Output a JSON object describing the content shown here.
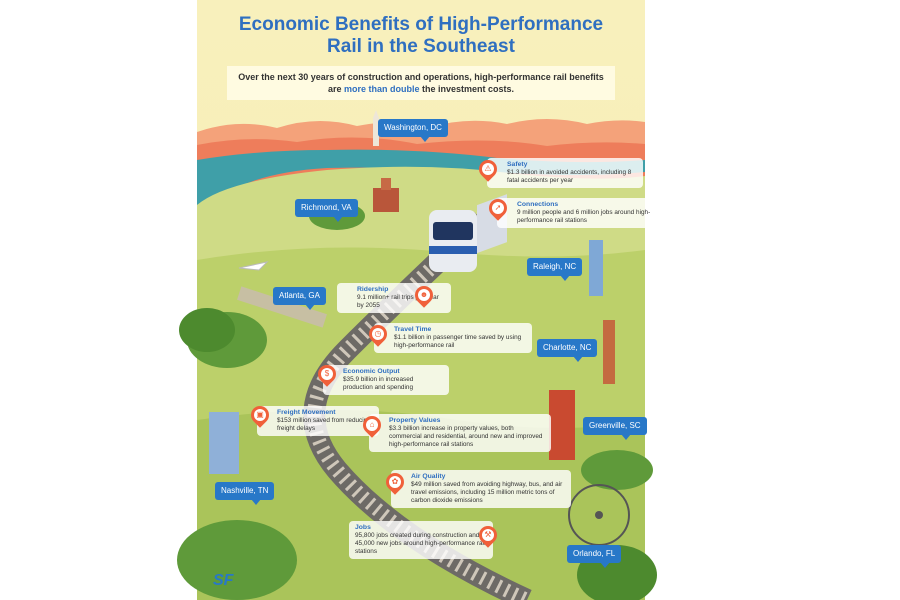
{
  "title_line1": "Economic Benefits of High-Performance",
  "title_line2": "Rail in the Southeast",
  "subtitle_part1": "Over the next 30 years of construction and operations, high-performance rail benefits are ",
  "subtitle_highlight": "more than double",
  "subtitle_part2": " the investment costs.",
  "cities": {
    "washington": "Washington, DC",
    "richmond": "Richmond, VA",
    "raleigh": "Raleigh, NC",
    "atlanta": "Atlanta, GA",
    "charlotte": "Charlotte, NC",
    "greenville": "Greenville, SC",
    "nashville": "Nashville, TN",
    "orlando": "Orlando, FL"
  },
  "benefits": {
    "safety": {
      "title": "Safety",
      "text": "$1.3 billion in avoided accidents, including 8 fatal accidents per year",
      "icon": "car-crash-icon"
    },
    "connections": {
      "title": "Connections",
      "text": "9 million people and 6 million jobs around high-performance rail stations",
      "icon": "network-icon"
    },
    "ridership": {
      "title": "Ridership",
      "text": "9.1 million+ rail trips per year by 2055",
      "icon": "passenger-icon"
    },
    "travel_time": {
      "title": "Travel Time",
      "text": "$1.1 billion in passenger time saved by using high-performance rail",
      "icon": "clock-icon"
    },
    "economic_output": {
      "title": "Economic Output",
      "text": "$35.9 billion in increased production and spending",
      "icon": "dollar-icon"
    },
    "freight": {
      "title": "Freight Movement",
      "text": "$153 million saved from reducing freight delays",
      "icon": "freight-car-icon"
    },
    "property": {
      "title": "Property Values",
      "text": "$3.3 billion increase in property values, both commercial and residential, around new and improved high-performance rail stations",
      "icon": "house-icon"
    },
    "air_quality": {
      "title": "Air Quality",
      "text": "$49 million saved from avoiding highway, bus, and air travel emissions, including 15 million metric tons of carbon dioxide emissions",
      "icon": "leaf-icon"
    },
    "jobs": {
      "title": "Jobs",
      "text": "95,800 jobs created during construction and 45,000 new jobs around high-performance rail stations",
      "icon": "worker-icon"
    }
  },
  "logo": "SF",
  "colors": {
    "title_blue": "#2f6fc0",
    "city_blue": "#2878c8",
    "pin_orange": "#f0603a",
    "field_green": "#bcd06a",
    "river_teal": "#3f9fa8"
  }
}
